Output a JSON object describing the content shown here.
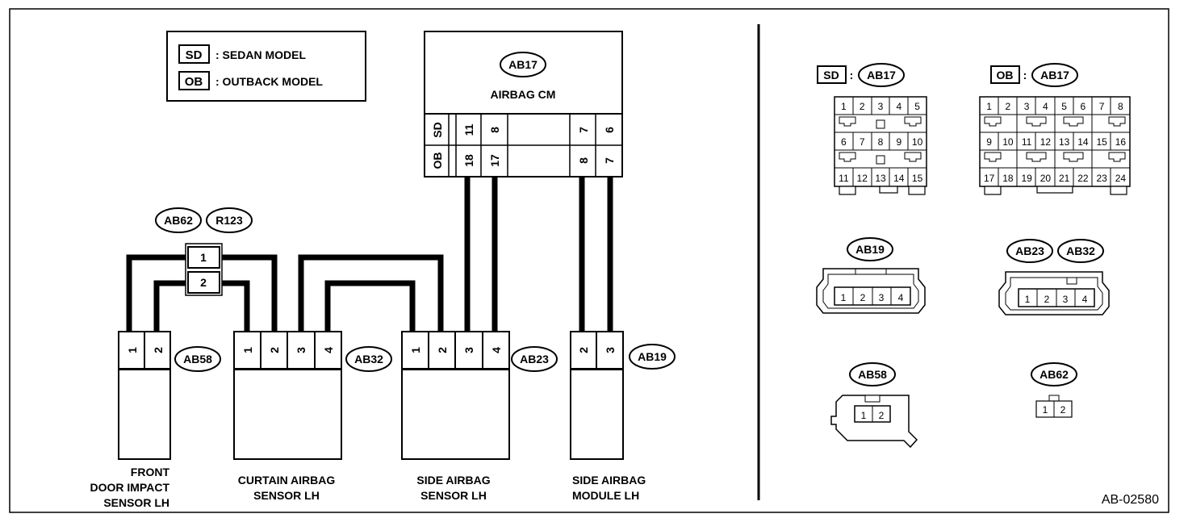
{
  "legend": {
    "sd_code": "SD",
    "sd_text": ": SEDAN MODEL",
    "ob_code": "OB",
    "ob_text": ": OUTBACK MODEL"
  },
  "airbag_cm": {
    "connector": "AB17",
    "title": "AIRBAG CM",
    "sd_label": "SD",
    "ob_label": "OB",
    "sd_pins": [
      "11",
      "8",
      "7",
      "6"
    ],
    "ob_pins": [
      "18",
      "17",
      "8",
      "7"
    ]
  },
  "joint": {
    "tag1": "AB62",
    "tag2": "R123",
    "pins": [
      "1",
      "2"
    ]
  },
  "components": {
    "door_sensor": {
      "connector": "AB58",
      "pins": [
        "1",
        "2"
      ],
      "label": [
        "FRONT",
        "DOOR IMPACT",
        "SENSOR LH"
      ]
    },
    "curtain_sensor": {
      "connector": "AB32",
      "pins": [
        "1",
        "2",
        "3",
        "4"
      ],
      "label": [
        "CURTAIN AIRBAG",
        "SENSOR LH"
      ]
    },
    "side_sensor": {
      "connector": "AB23",
      "pins": [
        "1",
        "2",
        "3",
        "4"
      ],
      "label": [
        "SIDE AIRBAG",
        "SENSOR LH"
      ]
    },
    "side_module": {
      "connector": "AB19",
      "pins": [
        "2",
        "3"
      ],
      "label": [
        "SIDE AIRBAG",
        "MODULE LH"
      ]
    }
  },
  "connector_views": {
    "sd_ab17": {
      "model": "SD",
      "sep": ":",
      "tag": "AB17",
      "rows": [
        [
          "1",
          "2",
          "3",
          "4",
          "5"
        ],
        [
          "6",
          "7",
          "8",
          "9",
          "10"
        ],
        [
          "11",
          "12",
          "13",
          "14",
          "15"
        ]
      ]
    },
    "ob_ab17": {
      "model": "OB",
      "sep": ":",
      "tag": "AB17",
      "rows": [
        [
          "1",
          "2",
          "3",
          "4",
          "5",
          "6",
          "7",
          "8"
        ],
        [
          "9",
          "10",
          "11",
          "12",
          "13",
          "14",
          "15",
          "16"
        ],
        [
          "17",
          "18",
          "19",
          "20",
          "21",
          "22",
          "23",
          "24"
        ]
      ]
    },
    "ab19": {
      "tag": "AB19",
      "pins": [
        "1",
        "2",
        "3",
        "4"
      ]
    },
    "ab23_ab32": {
      "tag1": "AB23",
      "tag2": "AB32",
      "pins": [
        "1",
        "2",
        "3",
        "4"
      ]
    },
    "ab58": {
      "tag": "AB58",
      "pins": [
        "1",
        "2"
      ]
    },
    "ab62": {
      "tag": "AB62",
      "pins": [
        "1",
        "2"
      ]
    }
  },
  "figure_id": "AB-02580"
}
